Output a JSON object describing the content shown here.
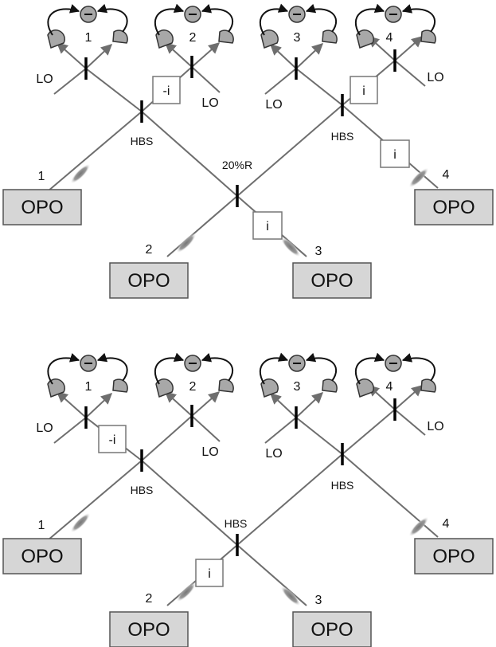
{
  "top": {
    "mode_labels": [
      "1",
      "2",
      "3",
      "4"
    ],
    "opo_label": "OPO",
    "lo_label": "LO",
    "hbs_label": "HBS",
    "central_bs_label": "20%R",
    "phases": [
      "-i",
      "i",
      "i",
      "i"
    ]
  },
  "bottom": {
    "mode_labels": [
      "1",
      "2",
      "3",
      "4"
    ],
    "opo_label": "OPO",
    "lo_label": "LO",
    "hbs_label": "HBS",
    "central_bs_label": "HBS",
    "phases": [
      "-i",
      "i"
    ]
  },
  "icons": {
    "detector": "photodetector-icon",
    "subtractor": "subtractor-icon",
    "squeezer": "squeezed-state-icon"
  }
}
